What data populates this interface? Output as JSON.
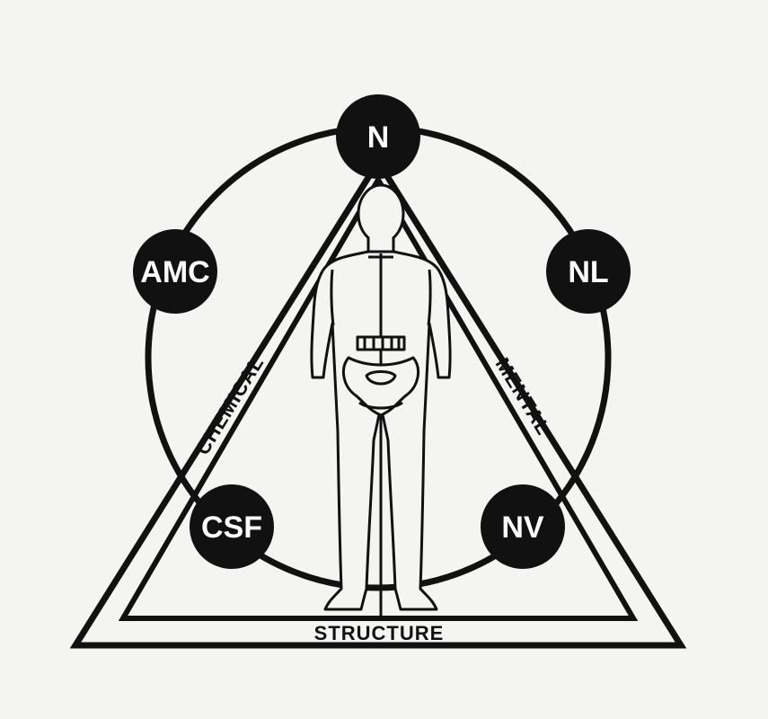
{
  "nodes": {
    "n": "N",
    "amc": "AMC",
    "nl": "NL",
    "csf": "CSF",
    "nv": "NV"
  },
  "sides": {
    "left": "CHEMICAL",
    "right": "MENTAL",
    "bottom": "STRUCTURE"
  },
  "colors": {
    "ink": "#111111",
    "paper": "#f4f4f2",
    "node_text": "#ffffff"
  }
}
